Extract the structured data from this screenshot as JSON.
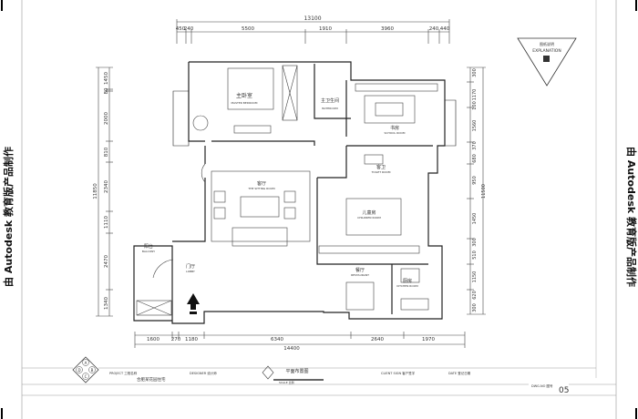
{
  "watermark_side": "由 Autodesk 教育版产品制作",
  "dims_top": {
    "total": "13100",
    "segments": [
      "450",
      "240",
      "5500",
      "1910",
      "3960",
      "240",
      "440"
    ]
  },
  "dims_bottom": {
    "total": "14400",
    "segments": [
      "1600",
      "270",
      "1180",
      "6340",
      "2640",
      "1970"
    ]
  },
  "dims_left": {
    "total": "11850",
    "segments": [
      "1450",
      "80",
      "2000",
      "810",
      "2340",
      "1110",
      "2470",
      "1340"
    ]
  },
  "dims_right": {
    "total": "11500",
    "segments": [
      "300",
      "1170",
      "100",
      "1560",
      "370",
      "680",
      "950",
      "1450",
      "300",
      "510",
      "1150",
      "620",
      "300"
    ]
  },
  "rooms": [
    {
      "cn": "主卧室",
      "en": "MASTER BEDROOM"
    },
    {
      "cn": "主卫生间",
      "en": "BATHROOM"
    },
    {
      "cn": "书房",
      "en": "SCHOOL ROOM"
    },
    {
      "cn": "客卫",
      "en": "TOILET ROOM"
    },
    {
      "cn": "客厅",
      "en": "THE SITTING ROOM"
    },
    {
      "cn": "儿童房",
      "en": "CHILDREN ROOM"
    },
    {
      "cn": "阳台",
      "en": "BALCONY"
    },
    {
      "cn": "门厅",
      "en": "LOBBY"
    },
    {
      "cn": "餐厅",
      "en": "RESTAURANT"
    },
    {
      "cn": "厨房",
      "en": "KITCHEN ROOM"
    }
  ],
  "explanation": {
    "cn": "图纸说明",
    "en": "EXPLANATION"
  },
  "title_block": {
    "logo_letters": [
      "A",
      "B",
      "C",
      "D"
    ],
    "project_label": "PROJECT 工程名称",
    "project_value": "合肥某花园住宅",
    "designer_label": "DESIGNER 设计师",
    "drawing_title": "平面布置图",
    "scale_label": "SCALE 比例",
    "client_label": "CLIENT SIGN 客户签字",
    "date_label": "DATE 登记日期",
    "dwg_label": "DWG.NO 图号",
    "dwg_no": "05"
  }
}
